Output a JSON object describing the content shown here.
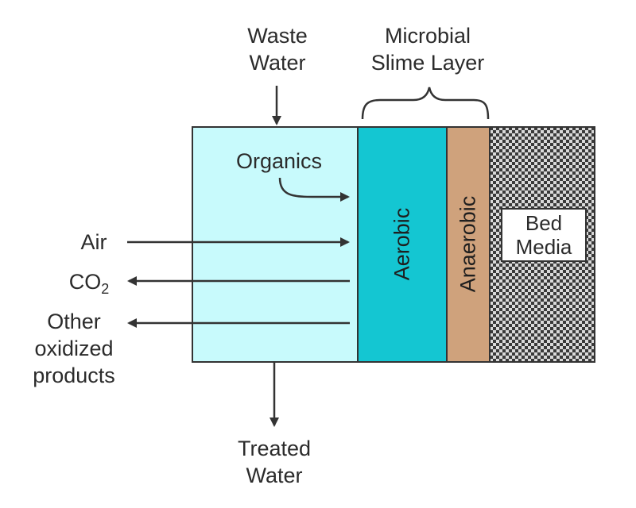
{
  "inputs": {
    "waste_water_line1": "Waste",
    "waste_water_line2": "Water"
  },
  "slime_layer": {
    "line1": "Microbial",
    "line2": "Slime Layer"
  },
  "water_zone": {
    "organics": "Organics"
  },
  "layers": {
    "aerobic": "Aerobic",
    "anaerobic": "Anaerobic"
  },
  "bed_media": {
    "line1": "Bed",
    "line2": "Media"
  },
  "left_labels": {
    "air": "Air",
    "co2_base": "CO",
    "co2_sub": "2",
    "other_line1": "Other",
    "other_line2": "oxidized",
    "other_line3": "products"
  },
  "outputs": {
    "treated_water_line1": "Treated",
    "treated_water_line2": "Water"
  },
  "colors": {
    "water": "#c8fafc",
    "aerobic": "#14c6d2",
    "anaerobic": "#cfa27c",
    "bed_media_dark": "#3a3a3a",
    "bed_media_light": "#d9d9d9",
    "stroke": "#333333"
  }
}
